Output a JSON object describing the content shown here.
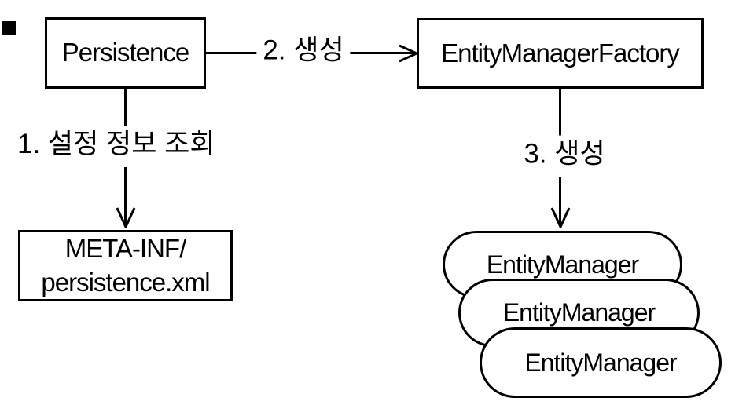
{
  "colors": {
    "background": "#ffffff",
    "line": "#000000",
    "text": "#000000"
  },
  "nodes": {
    "persistence": {
      "label": "Persistence"
    },
    "entity_manager_factory": {
      "label": "EntityManagerFactory"
    },
    "meta_inf": {
      "line1": "META-INF/",
      "line2": "persistence.xml"
    },
    "entity_managers": {
      "labels": [
        "EntityManager",
        "EntityManager",
        "EntityManager"
      ]
    }
  },
  "edges": {
    "step1": {
      "label": "1. 설정 정보 조회"
    },
    "step2": {
      "label": "2. 생성"
    },
    "step3": {
      "label": "3. 생성"
    }
  }
}
